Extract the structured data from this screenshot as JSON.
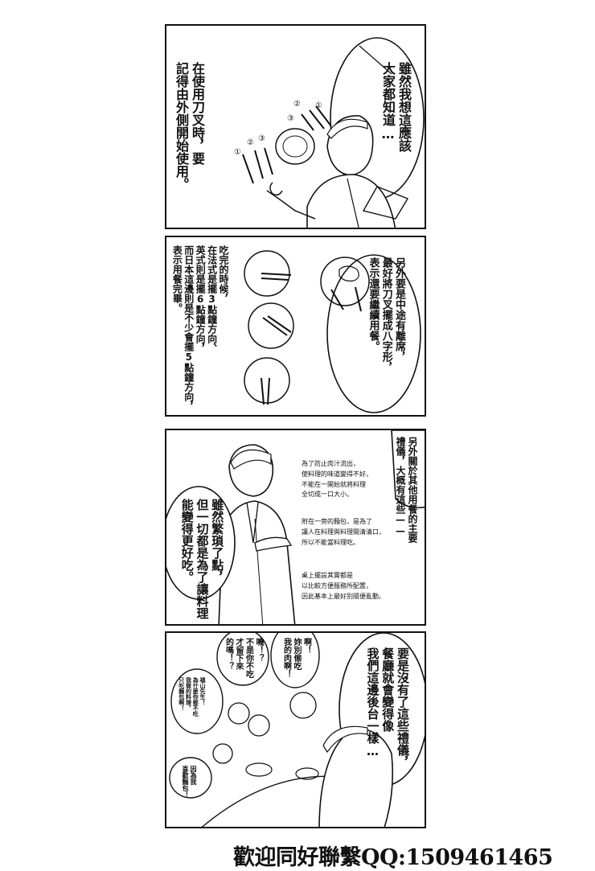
{
  "panels": [
    {
      "id": "panel-1",
      "right_text": "雖然我想這應該\n大家都知道…",
      "left_text": "在使用刀叉時，要\n記得由外側開始使用。",
      "cutlery_numbers": [
        "①",
        "②",
        "③",
        "①",
        "②",
        "③"
      ]
    },
    {
      "id": "panel-2",
      "right_text": "另外要是中途有離席，\n最好將刀叉擺成八字形，\n表示還要繼續用餐。",
      "left_text": "吃完的時候，\n在法式是擺3點鐘方向、\n英式則是擺6點鐘方向，\n而日本這邊則是不少會擺5點鐘方向，\n表示用餐完畢。"
    },
    {
      "id": "panel-3",
      "right_text": "另外關於其他用餐的主要\n禮儀，大概有這些——",
      "notes": [
        "為了防止肉汁流出，\n使料理的味道變得不好，\n不能在一開始就將料理\n全切成一口大小。",
        "附在一旁的麵包，是為了\n讓人在料理與料理間清清口，\n所以不能當料理吃。",
        "桌上擺設其實都是\n以比較方便服務所配置，\n因此基本上最好別隨便亂動。"
      ],
      "left_text": "雖然繁瑣了點，\n但一切都是為了讓料理\n能變得更好吃。"
    },
    {
      "id": "panel-4",
      "right_text": "要是沒有了這些禮儀，\n餐廳就會變得像\n我們這邊後台一樣…",
      "bubble_a": "啊！\n妳別偷吃\n我的肉啊！",
      "bubble_b": "嘰！？\n不是你不吃\n才留下來\n的嗎！？",
      "bubble_c": "福山先生！\n為什麼你都不吃\n我做的料理，\n只吃麵包啊！",
      "bubble_d": "因為我\n喜歡麵包！"
    }
  ],
  "footer": "歡迎同好聯繫QQ:1509461465"
}
